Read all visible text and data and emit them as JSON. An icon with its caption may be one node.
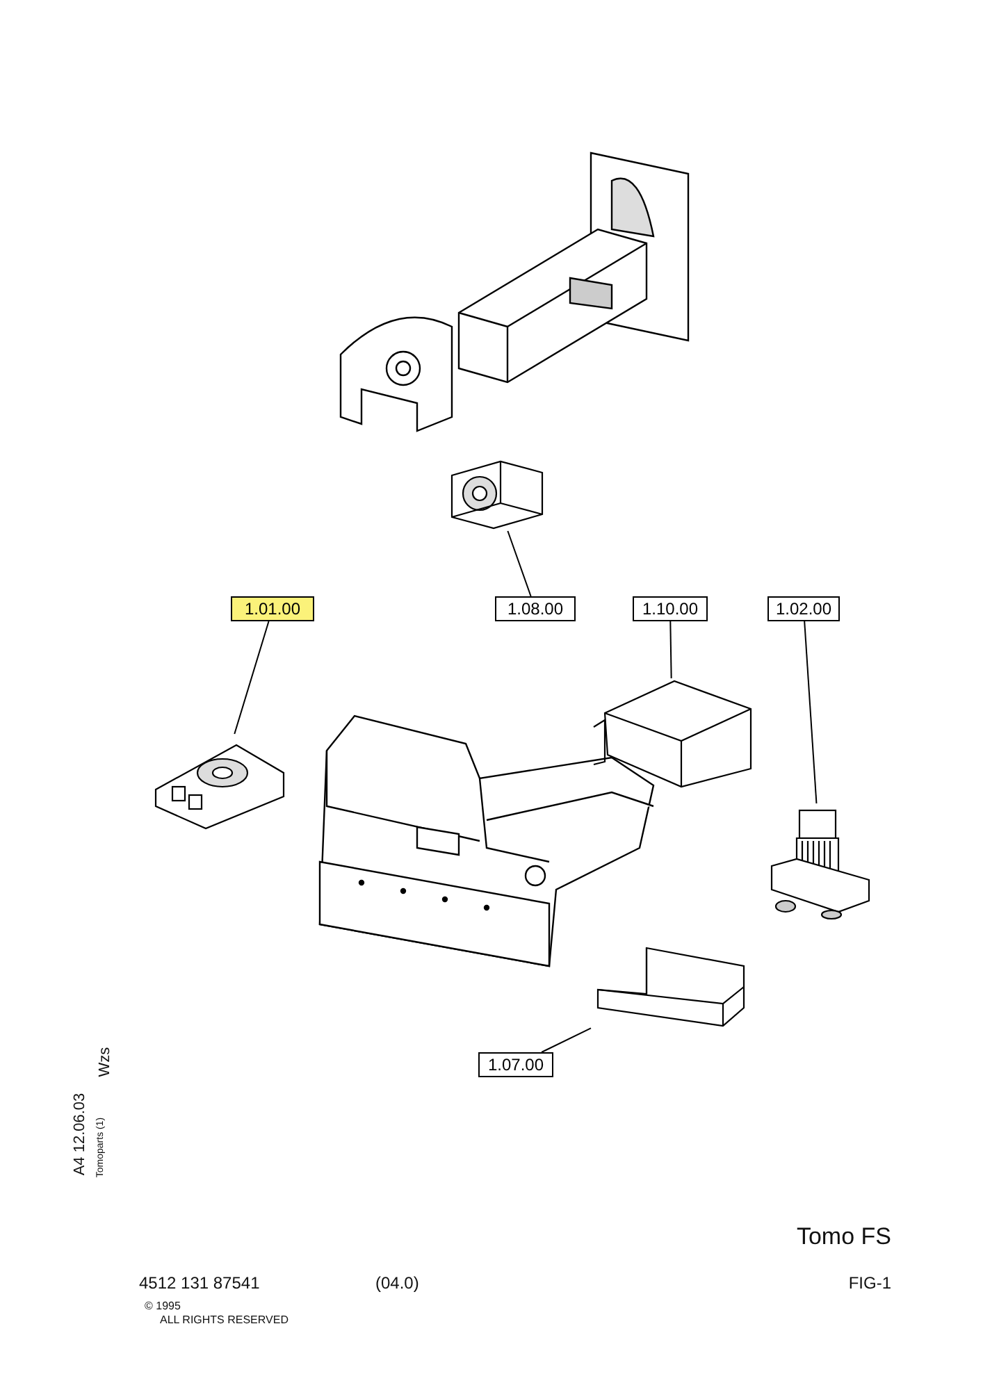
{
  "diagram": {
    "title": "Tomo FS",
    "nodes": [
      {
        "text": [],
        "shape": "picture"
      },
      {
        "text": [
          "1.01.00"
        ]
      },
      {
        "text": [
          "1.08.00"
        ]
      },
      {
        "text": [
          "1.10.00"
        ]
      },
      {
        "text": [
          "1.02.00"
        ]
      },
      {
        "text": [],
        "shape": "picture"
      },
      {
        "text": [],
        "shape": "picture"
      },
      {
        "text": [],
        "shape": "picture"
      },
      {
        "text": [],
        "shape": "picture"
      },
      {
        "text": [
          "1.07.00"
        ]
      }
    ],
    "edges": [
      {
        "from": 1,
        "to": 6,
        "arrow": "none"
      },
      {
        "from": 2,
        "to": 0,
        "arrow": "none"
      },
      {
        "from": 3,
        "to": 5,
        "arrow": "none"
      },
      {
        "from": 4,
        "to": 7,
        "arrow": "none"
      },
      {
        "from": 9,
        "to": 8,
        "arrow": "none"
      }
    ],
    "labels": [
      "A4  12.06.03",
      "Wzs",
      "Tomoparts (1)",
      "4512 131 87541",
      "(04.0)",
      "FIG-1",
      "© 1995",
      "ALL RIGHTS RESERVED"
    ]
  }
}
